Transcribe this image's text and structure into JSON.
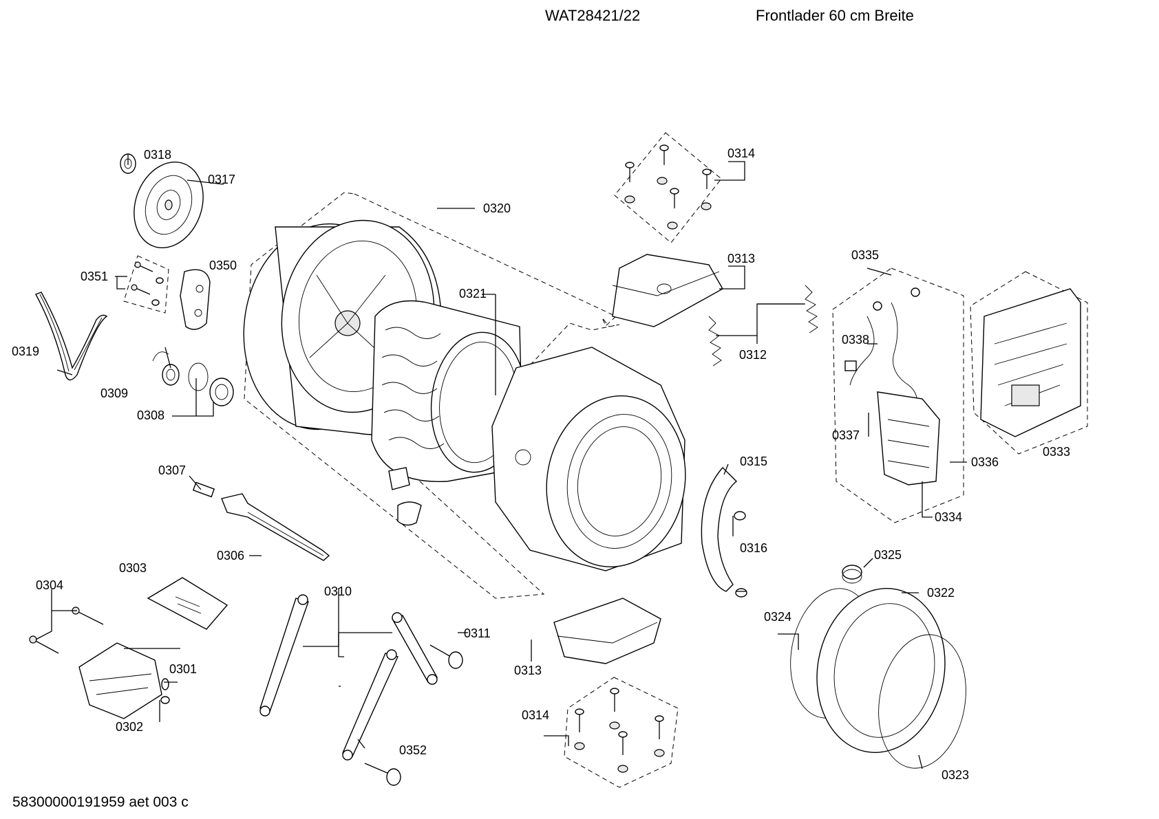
{
  "header": {
    "model": "WAT28421/22",
    "description": "Frontlader 60 cm Breite"
  },
  "footer": {
    "document_code": "58300000191959 aet 003 c"
  },
  "part_labels": {
    "p0301": "0301",
    "p0302": "0302",
    "p0303": "0303",
    "p0304": "0304",
    "p0306": "0306",
    "p0307": "0307",
    "p0308": "0308",
    "p0309": "0309",
    "p0310": "0310",
    "p0311": "0311",
    "p0312": "0312",
    "p0313a": "0313",
    "p0313b": "0313",
    "p0314a": "0314",
    "p0314b": "0314",
    "p0315": "0315",
    "p0316": "0316",
    "p0317": "0317",
    "p0318": "0318",
    "p0319": "0319",
    "p0320": "0320",
    "p0321": "0321",
    "p0322": "0322",
    "p0323": "0323",
    "p0324": "0324",
    "p0325": "0325",
    "p0333": "0333",
    "p0334": "0334",
    "p0335": "0335",
    "p0336": "0336",
    "p0337": "0337",
    "p0338": "0338",
    "p0350": "0350",
    "p0351": "0351",
    "p0352": "0352"
  }
}
